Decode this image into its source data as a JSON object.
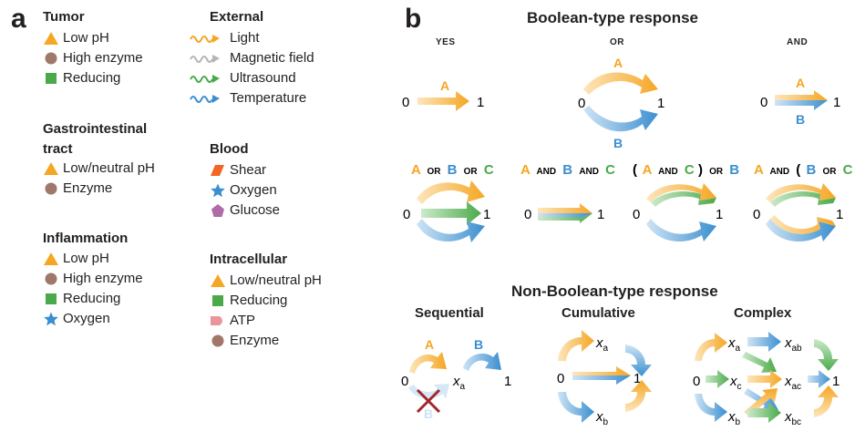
{
  "panel_a": {
    "letter": "a",
    "tumor": {
      "title": "Tumor",
      "items": [
        {
          "label": "Low pH",
          "icon": "triangle-icon"
        },
        {
          "label": "High enzyme",
          "icon": "circle-icon"
        },
        {
          "label": "Reducing",
          "icon": "square-icon"
        }
      ]
    },
    "gi": {
      "title_line1": "Gastrointestinal",
      "title_line2": "tract",
      "items": [
        {
          "label": "Low/neutral pH",
          "icon": "triangle-icon"
        },
        {
          "label": "Enzyme",
          "icon": "circle-icon"
        }
      ]
    },
    "inflammation": {
      "title": "Inflammation",
      "items": [
        {
          "label": "Low pH",
          "icon": "triangle-icon"
        },
        {
          "label": "High enzyme",
          "icon": "circle-icon"
        },
        {
          "label": "Reducing",
          "icon": "square-icon"
        },
        {
          "label": "Oxygen",
          "icon": "star-icon"
        }
      ]
    },
    "external": {
      "title": "External",
      "items": [
        {
          "label": "Light",
          "icon": "orange-wave-icon"
        },
        {
          "label": "Magnetic field",
          "icon": "gray-wave-icon"
        },
        {
          "label": "Ultrasound",
          "icon": "green-wave-icon"
        },
        {
          "label": "Temperature",
          "icon": "blue-wave-icon"
        }
      ]
    },
    "blood": {
      "title": "Blood",
      "items": [
        {
          "label": "Shear",
          "icon": "parallelogram-icon"
        },
        {
          "label": "Oxygen",
          "icon": "star-icon"
        },
        {
          "label": "Glucose",
          "icon": "pentagon-icon"
        }
      ]
    },
    "intracellular": {
      "title": "Intracellular",
      "items": [
        {
          "label": "Low/neutral pH",
          "icon": "triangle-icon"
        },
        {
          "label": "Reducing",
          "icon": "square-icon"
        },
        {
          "label": "ATP",
          "icon": "pink-tab-icon"
        },
        {
          "label": "Enzyme",
          "icon": "circle-icon"
        }
      ]
    }
  },
  "panel_b": {
    "letter": "b",
    "boolean_title": "Boolean-type response",
    "columns": {
      "yes": "YES",
      "or": "OR",
      "and": "AND"
    },
    "nonboolean_title": "Non-Boolean-type response",
    "subheads": {
      "sequential": "Sequential",
      "cumulative": "Cumulative",
      "complex": "Complex"
    },
    "state_zero": "0",
    "state_one": "1",
    "var_a": "A",
    "var_b": "B",
    "var_c": "C",
    "op_or": "OR",
    "op_and": "AND",
    "paren_open": "(",
    "paren_close": ")",
    "x": "x",
    "sub_a": "a",
    "sub_b": "b",
    "sub_c": "c",
    "sub_ab": "ab",
    "sub_ac": "ac",
    "sub_bc": "bc"
  },
  "colors": {
    "orange": "#f5a623",
    "blue": "#3b8fd0",
    "green": "#4aaa4a",
    "brown": "#a0786a",
    "pink": "#e8959b",
    "purple": "#b06aa8",
    "shear": "#f26522",
    "gray": "#b5b5b5",
    "cross": "#a3262a"
  }
}
